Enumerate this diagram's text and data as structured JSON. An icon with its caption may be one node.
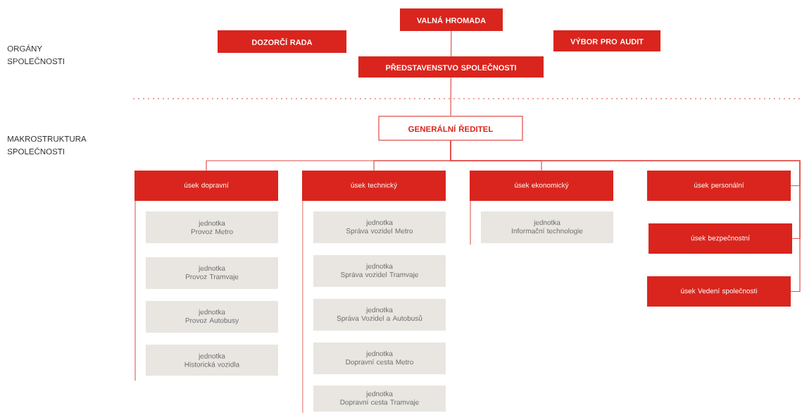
{
  "diagram": {
    "nodes": [
      {
        "text": [
          "VALNÁ HROMADA"
        ]
      },
      {
        "text": [
          "DOZORČÍ RADA"
        ]
      },
      {
        "text": [
          "VÝBOR PRO AUDIT"
        ]
      },
      {
        "text": [
          "PŘEDSTAVENSTVO SPOLEČNOSTI"
        ]
      },
      {
        "text": [
          "GENERÁLNÍ ŘEDITEL"
        ]
      },
      {
        "text": [
          "úsek dopravní"
        ]
      },
      {
        "text": [
          "úsek technický"
        ]
      },
      {
        "text": [
          "úsek ekonomický"
        ]
      },
      {
        "text": [
          "úsek personální"
        ]
      },
      {
        "text": [
          "úsek bezpečnostní"
        ]
      },
      {
        "text": [
          "úsek Vedení společnosti"
        ]
      },
      {
        "text": [
          "jednotka",
          "Provoz Metro"
        ]
      },
      {
        "text": [
          "jednotka",
          "Provoz Tramvaje"
        ]
      },
      {
        "text": [
          "jednotka",
          "Provoz Autobusy"
        ]
      },
      {
        "text": [
          "jednotka",
          "Historická vozidla"
        ]
      },
      {
        "text": [
          "jednotka",
          "Správa vozidel Metro"
        ]
      },
      {
        "text": [
          "jednotka",
          "Správa vozidel Tramvaje"
        ]
      },
      {
        "text": [
          "jednotka",
          "Správa Vozidel a Autobusů"
        ]
      },
      {
        "text": [
          "jednotka",
          "Dopravní cesta Metro"
        ]
      },
      {
        "text": [
          "jednotka",
          "Dopravní cesta Tramvaje"
        ]
      },
      {
        "text": [
          "jednotka",
          "Informační technologie"
        ]
      }
    ],
    "edges": [
      {
        "from": 0,
        "to": 3,
        "arrow": "none"
      },
      {
        "from": 3,
        "to": 4,
        "arrow": "none"
      },
      {
        "from": 4,
        "to": 5,
        "arrow": "none"
      },
      {
        "from": 4,
        "to": 6,
        "arrow": "none"
      },
      {
        "from": 4,
        "to": 7,
        "arrow": "none"
      },
      {
        "from": 4,
        "to": 8,
        "arrow": "none"
      },
      {
        "from": 4,
        "to": 9,
        "arrow": "none"
      },
      {
        "from": 4,
        "to": 10,
        "arrow": "none"
      }
    ],
    "labels": [
      "ORGÁNY SPOLEČNOSTI",
      "MAKROSTRUKTURA SPOLEČNOSTI"
    ]
  }
}
